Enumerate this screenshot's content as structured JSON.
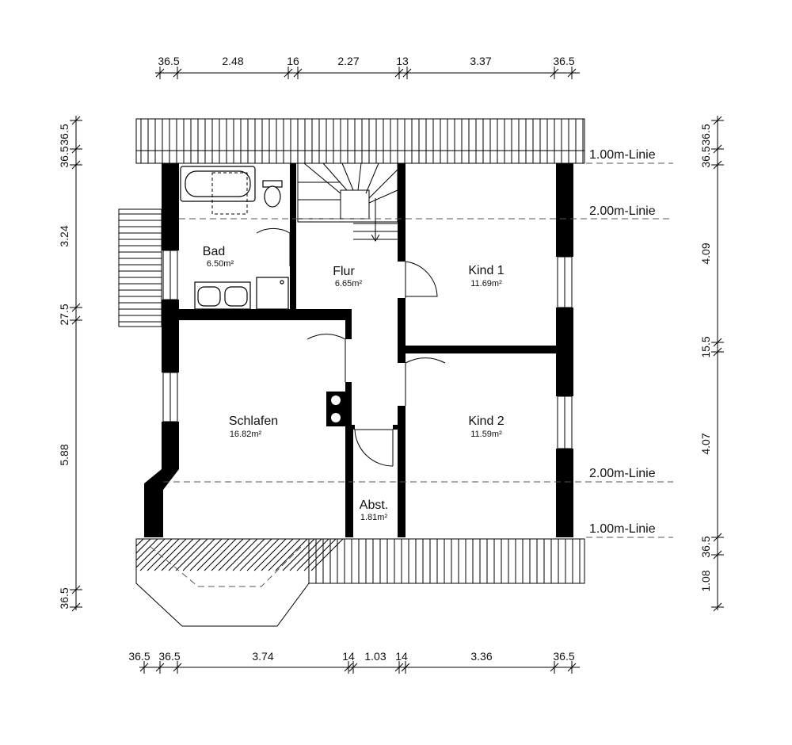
{
  "rooms": {
    "bad": {
      "name": "Bad",
      "area": "6.50m²"
    },
    "flur": {
      "name": "Flur",
      "area": "6.65m²"
    },
    "kind1": {
      "name": "Kind 1",
      "area": "11.69m²"
    },
    "schlafen": {
      "name": "Schlafen",
      "area": "16.82m²"
    },
    "kind2": {
      "name": "Kind 2",
      "area": "11.59m²"
    },
    "abst": {
      "name": "Abst.",
      "area": "1.81m²"
    }
  },
  "height_lines": {
    "top_1m": "1.00m-Linie",
    "top_2m": "2.00m-Linie",
    "bottom_2m": "2.00m-Linie",
    "bottom_1m": "1.00m-Linie"
  },
  "dimensions": {
    "top": [
      "36.5",
      "2.48",
      "16",
      "2.27",
      "13",
      "3.37",
      "36.5"
    ],
    "bottom": [
      "36.5",
      "36.5",
      "3.74",
      "14",
      "1.03",
      "14",
      "3.36",
      "36.5"
    ],
    "left": [
      "36.5",
      "36.5",
      "3.24",
      "27.5",
      "5.88",
      "36.5"
    ],
    "right": [
      "36.5",
      "36.5",
      "4.09",
      "15.5",
      "4.07",
      "36.5",
      "1.08"
    ]
  }
}
